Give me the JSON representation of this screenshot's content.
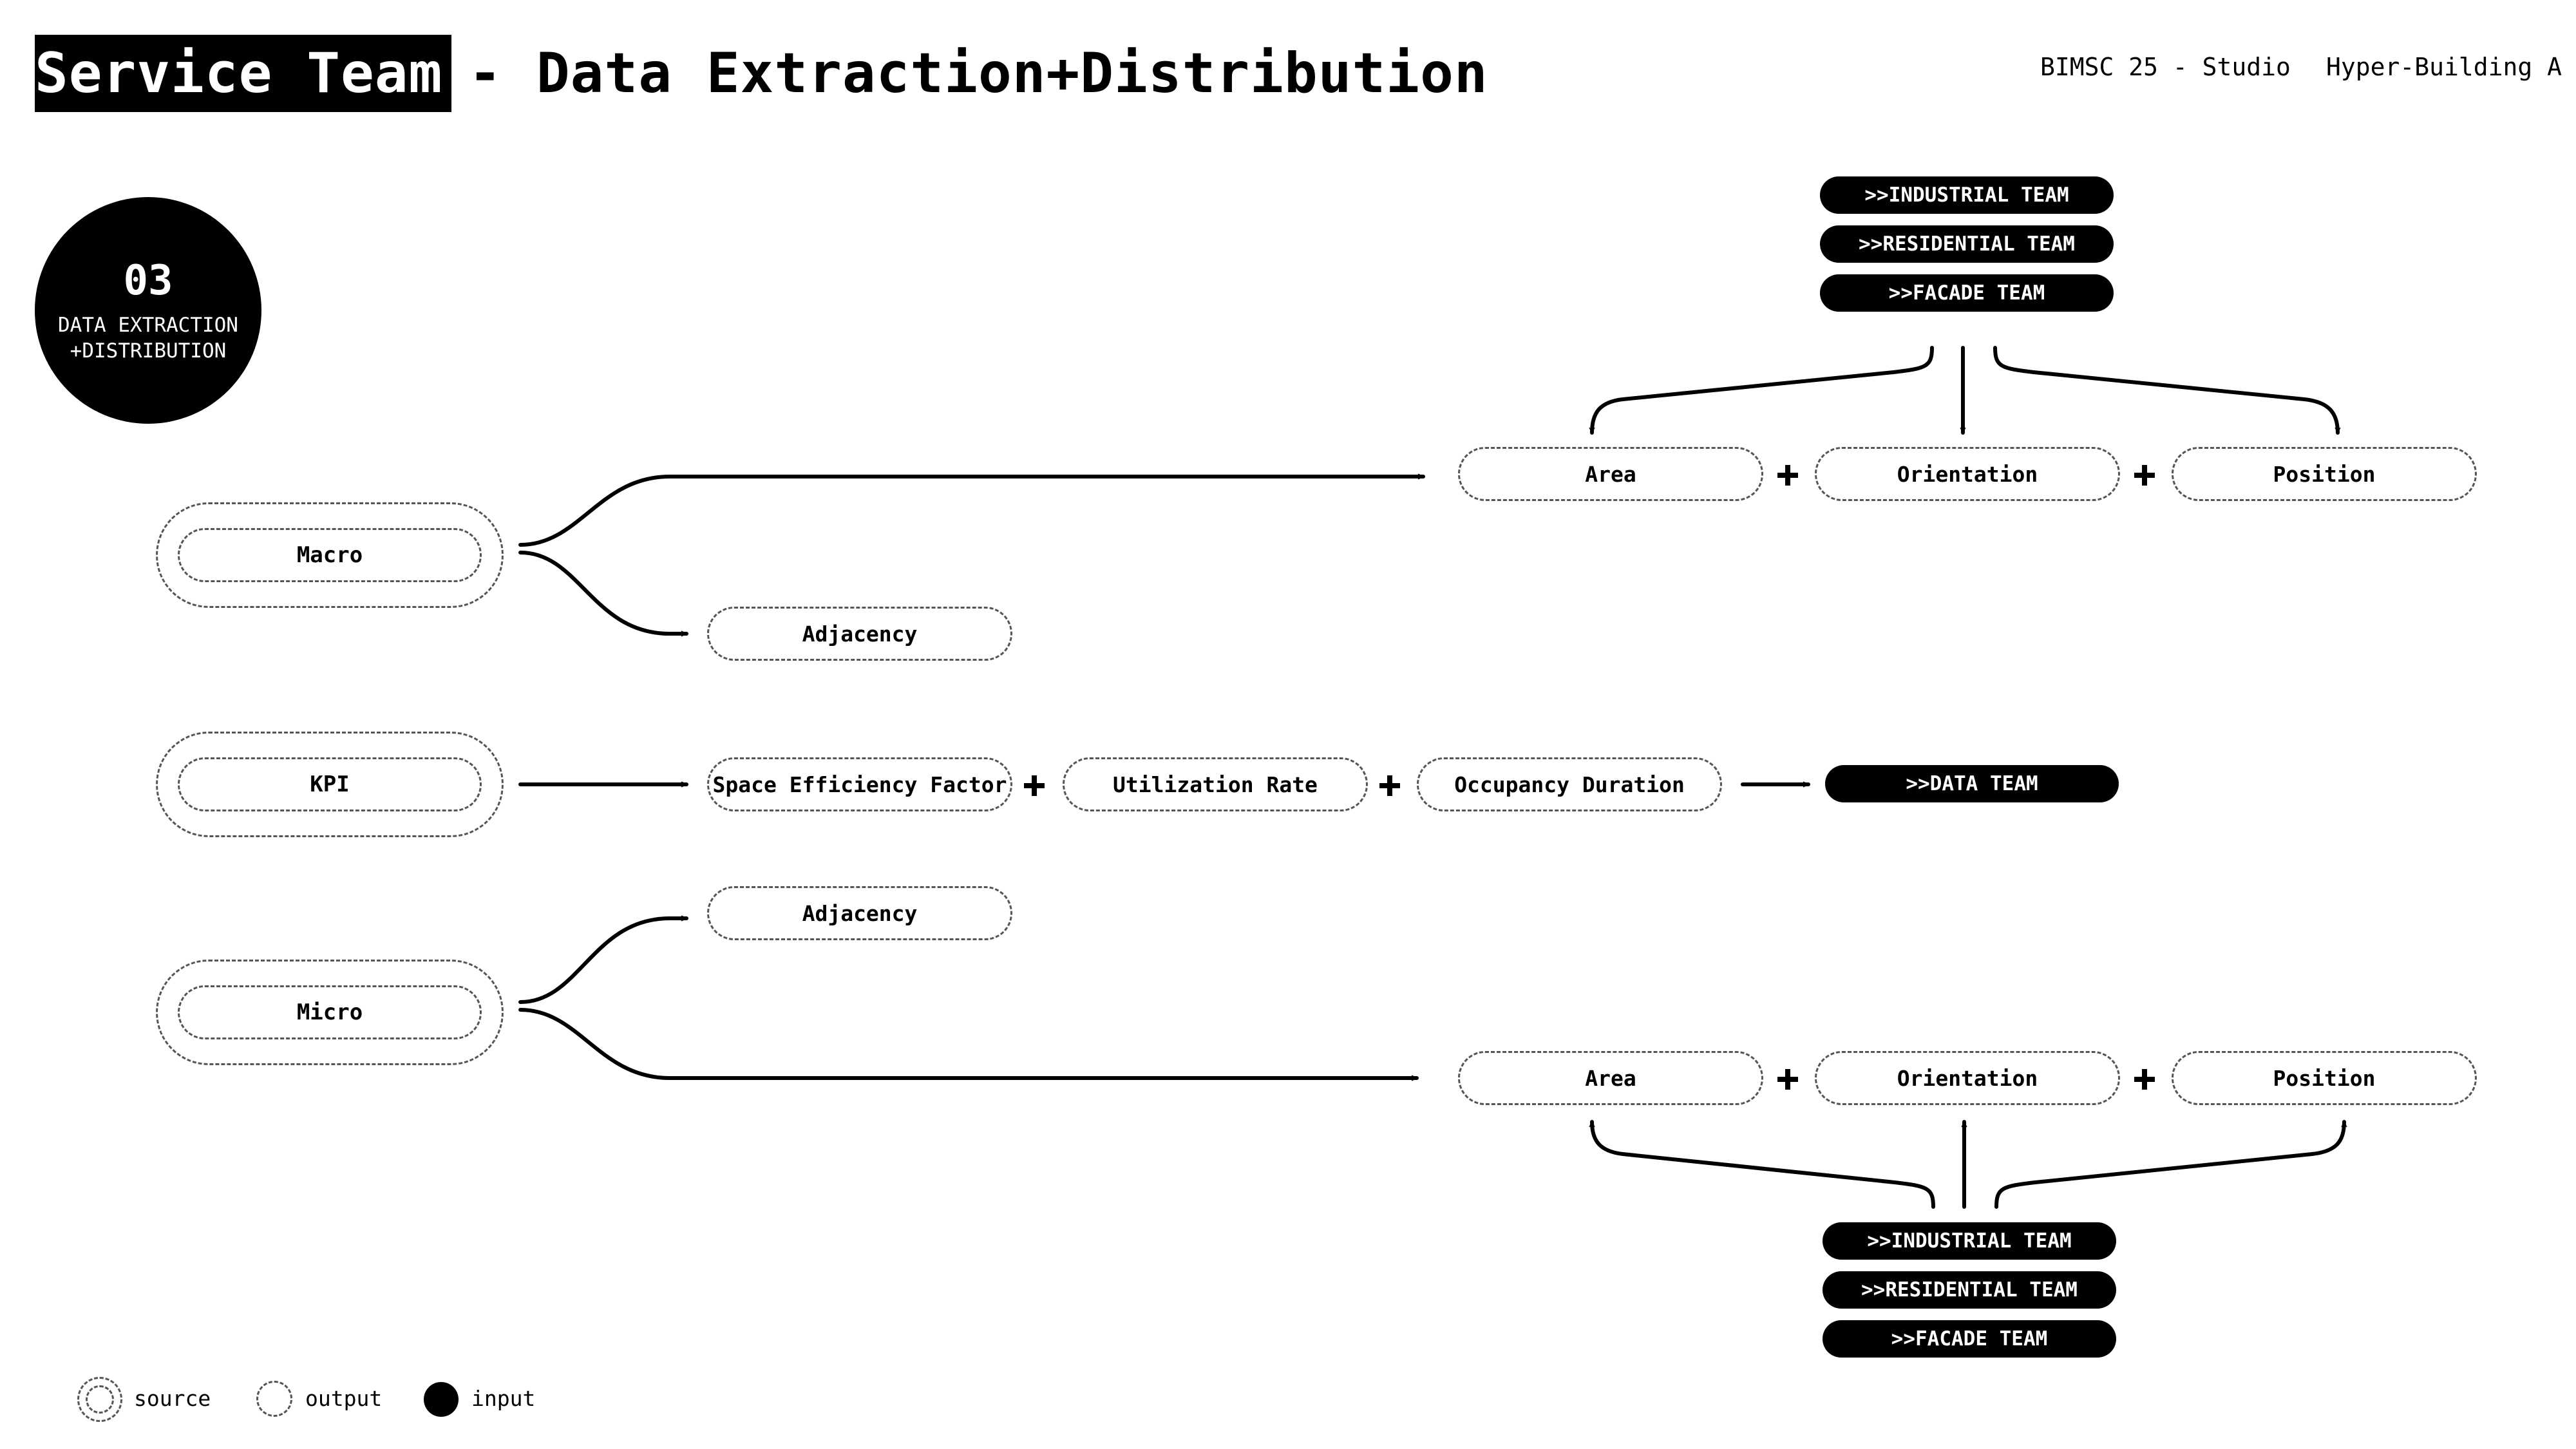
{
  "header": {
    "title_highlight": "Service Team",
    "title_rest": "- Data Extraction+Distribution",
    "course": "BIMSC 25 - Studio",
    "project": "Hyper-Building A"
  },
  "section": {
    "number": "03",
    "label_line1": "DATA EXTRACTION",
    "label_line2": "+DISTRIBUTION"
  },
  "sources": {
    "macro": "Macro",
    "kpi": "KPI",
    "micro": "Micro"
  },
  "macro_outputs": {
    "area": "Area",
    "orientation": "Orientation",
    "position": "Position",
    "adjacency": "Adjacency"
  },
  "kpi_outputs": {
    "space_efficiency": "Space Efficiency Factor",
    "utilization_rate": "Utilization Rate",
    "occupancy_duration": "Occupancy Duration"
  },
  "micro_outputs": {
    "adjacency": "Adjacency",
    "area": "Area",
    "orientation": "Orientation",
    "position": "Position"
  },
  "teams_top": {
    "industrial": ">>INDUSTRIAL TEAM",
    "residential": ">>RESIDENTIAL TEAM",
    "facade": ">>FACADE TEAM"
  },
  "teams_bottom": {
    "industrial": ">>INDUSTRIAL TEAM",
    "residential": ">>RESIDENTIAL TEAM",
    "facade": ">>FACADE TEAM"
  },
  "data_team": ">>DATA TEAM",
  "legend": {
    "source": "source",
    "output": "output",
    "input": "input"
  }
}
